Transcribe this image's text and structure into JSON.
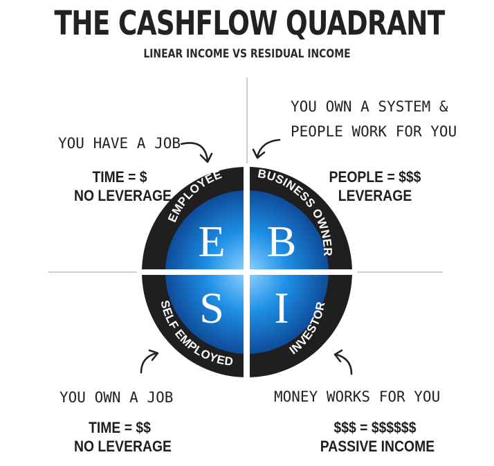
{
  "header": {
    "title": "THE CASHFLOW QUADRANT",
    "subtitle": "LINEAR INCOME VS RESIDUAL INCOME"
  },
  "quadrants": {
    "employee": {
      "letter": "E",
      "ring_label": "EMPLOYEE",
      "note": "YOU HAVE A JOB",
      "stat_line1": "TIME = $",
      "stat_line2": "NO LEVERAGE"
    },
    "business_owner": {
      "letter": "B",
      "ring_label": "BUSINESS OWNER",
      "note_line1": "YOU OWN A SYSTEM &",
      "note_line2": "PEOPLE WORK FOR YOU",
      "stat_line1": "PEOPLE = $$$",
      "stat_line2": "LEVERAGE"
    },
    "self_employed": {
      "letter": "S",
      "ring_label": "SELF EMPLOYED",
      "note": "YOU OWN A JOB",
      "stat_line1": "TIME = $$",
      "stat_line2": "NO LEVERAGE"
    },
    "investor": {
      "letter": "I",
      "ring_label": "INVESTOR",
      "note": "MONEY WORKS FOR YOU",
      "stat_line1": "$$$ = $$$$$$",
      "stat_line2": "PASSIVE INCOME"
    }
  },
  "colors": {
    "ring": "#1f1f1f",
    "sphere_highlight": "#8fd4ff",
    "sphere_mid": "#1e8fe6",
    "sphere_dark": "#0b3f8a",
    "text": "#222222",
    "divider": "#bdbdbd"
  }
}
